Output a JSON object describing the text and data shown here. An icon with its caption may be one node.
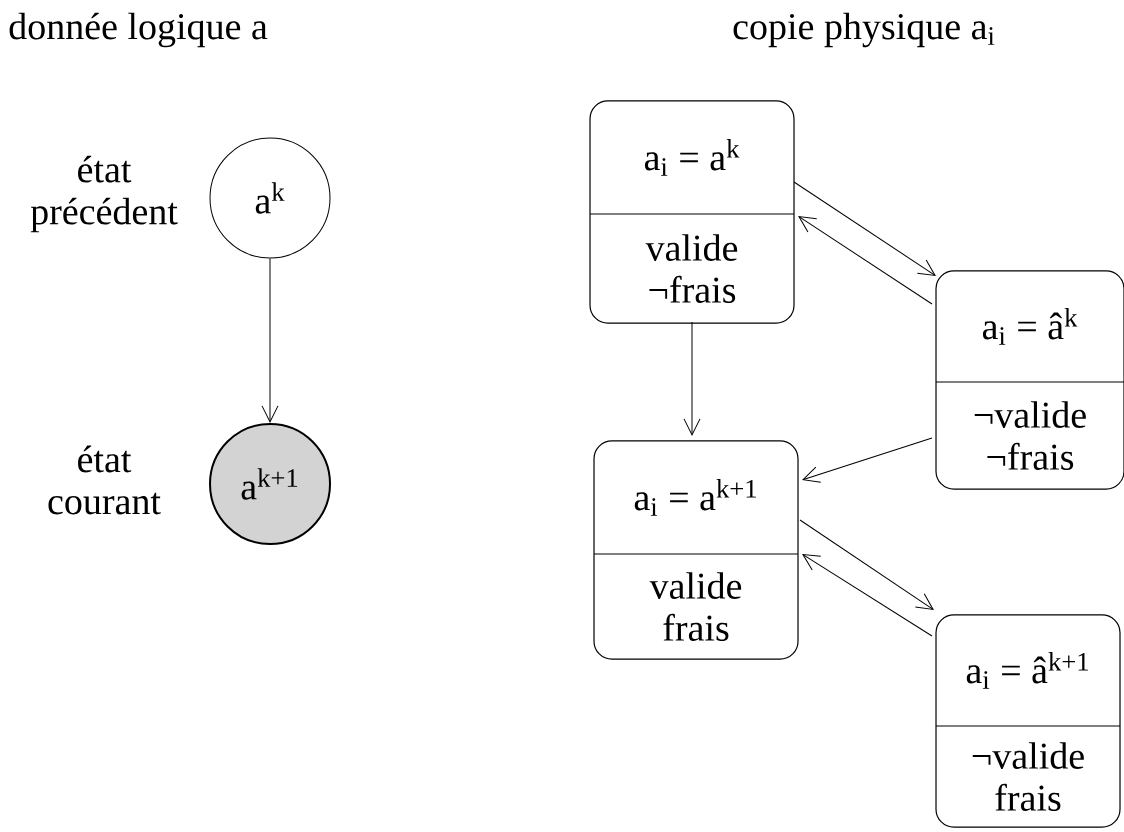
{
  "diagram": {
    "nodes": [
      {
        "text": [
          "a$^{k}$"
        ],
        "beside": [
          "état précédent"
        ]
      },
      {
        "text": [
          "a$^{k+1}$"
        ],
        "beside": [
          "état courant"
        ]
      },
      {
        "text": [
          "a$_{i}$ = a$^{k}$",
          "valide ¬frais"
        ]
      },
      {
        "text": [
          "a$_{i}$ = â$^{k}$",
          "¬valide ¬frais"
        ]
      },
      {
        "text": [
          "a$_{i}$ = a$^{k+1}$",
          "valide frais"
        ]
      },
      {
        "text": [
          "a$_{i}$ = â$^{k+1}$",
          "¬valide frais"
        ]
      }
    ],
    "edges": [
      {
        "from": 0,
        "to": 1,
        "arrow": "to"
      },
      {
        "from": 2,
        "to": 3,
        "arrow": "to"
      },
      {
        "from": 3,
        "to": 2,
        "arrow": "to"
      },
      {
        "from": 2,
        "to": 4,
        "arrow": "to"
      },
      {
        "from": 3,
        "to": 4,
        "arrow": "to"
      },
      {
        "from": 4,
        "to": 5,
        "arrow": "to"
      },
      {
        "from": 5,
        "to": 4,
        "arrow": "to"
      }
    ],
    "labels": [
      "donnée logique a",
      "copie physique a$_{i}$"
    ]
  }
}
